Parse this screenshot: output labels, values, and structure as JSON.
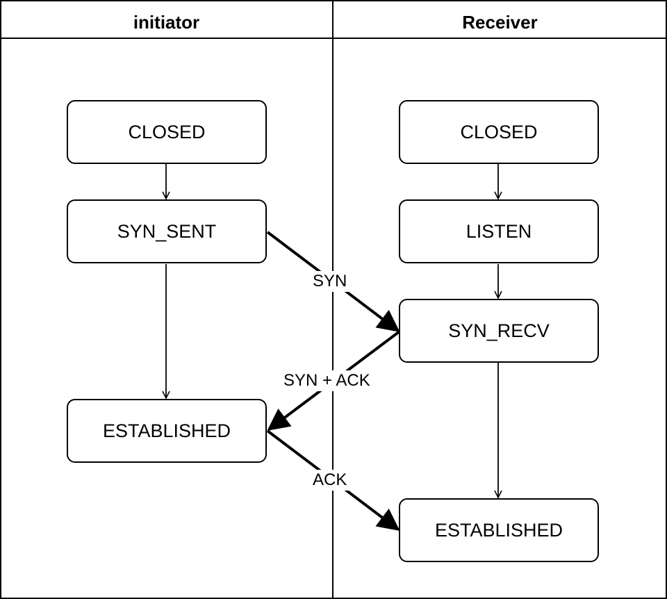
{
  "lanes": {
    "left_title": "initiator",
    "right_title": "Receiver"
  },
  "initiator_states": {
    "closed": "CLOSED",
    "syn_sent": "SYN_SENT",
    "established": "ESTABLISHED"
  },
  "receiver_states": {
    "closed": "CLOSED",
    "listen": "LISTEN",
    "syn_recv": "SYN_RECV",
    "established": "ESTABLISHED"
  },
  "messages": {
    "syn": "SYN",
    "syn_ack": "SYN + ACK",
    "ack": "ACK"
  }
}
